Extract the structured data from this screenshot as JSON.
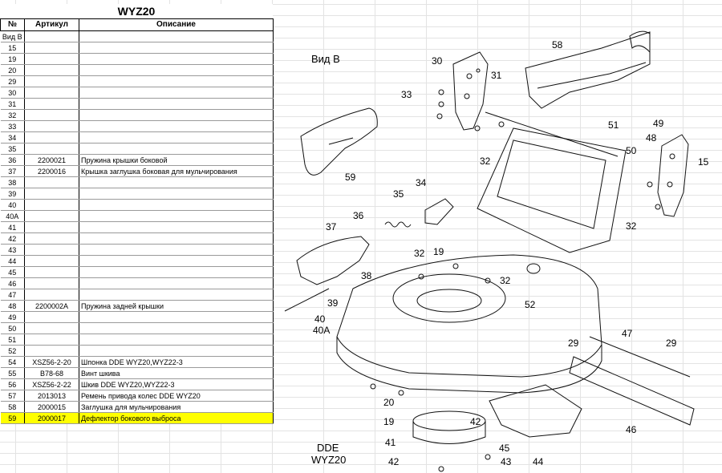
{
  "sheet": {
    "title": "WYZ20",
    "headers": [
      "№",
      "Артикул",
      "Описание"
    ],
    "rows": [
      {
        "num": "Вид В",
        "art": "",
        "desc": ""
      },
      {
        "num": "15",
        "art": "",
        "desc": ""
      },
      {
        "num": "19",
        "art": "",
        "desc": ""
      },
      {
        "num": "20",
        "art": "",
        "desc": ""
      },
      {
        "num": "29",
        "art": "",
        "desc": ""
      },
      {
        "num": "30",
        "art": "",
        "desc": ""
      },
      {
        "num": "31",
        "art": "",
        "desc": ""
      },
      {
        "num": "32",
        "art": "",
        "desc": ""
      },
      {
        "num": "33",
        "art": "",
        "desc": ""
      },
      {
        "num": "34",
        "art": "",
        "desc": ""
      },
      {
        "num": "35",
        "art": "",
        "desc": ""
      },
      {
        "num": "36",
        "art": "2200021",
        "desc": "Пружина крышки боковой"
      },
      {
        "num": "37",
        "art": "2200016",
        "desc": "Крышка заглушка боковая для мульчирования"
      },
      {
        "num": "38",
        "art": "",
        "desc": ""
      },
      {
        "num": "39",
        "art": "",
        "desc": ""
      },
      {
        "num": "40",
        "art": "",
        "desc": ""
      },
      {
        "num": "40A",
        "art": "",
        "desc": ""
      },
      {
        "num": "41",
        "art": "",
        "desc": ""
      },
      {
        "num": "42",
        "art": "",
        "desc": ""
      },
      {
        "num": "43",
        "art": "",
        "desc": ""
      },
      {
        "num": "44",
        "art": "",
        "desc": ""
      },
      {
        "num": "45",
        "art": "",
        "desc": ""
      },
      {
        "num": "46",
        "art": "",
        "desc": ""
      },
      {
        "num": "47",
        "art": "",
        "desc": ""
      },
      {
        "num": "48",
        "art": "2200002A",
        "desc": "Пружина задней крышки"
      },
      {
        "num": "49",
        "art": "",
        "desc": ""
      },
      {
        "num": "50",
        "art": "",
        "desc": ""
      },
      {
        "num": "51",
        "art": "",
        "desc": ""
      },
      {
        "num": "52",
        "art": "",
        "desc": ""
      },
      {
        "num": "54",
        "art": "XSZ56-2-20",
        "desc": "Шпонка DDE WYZ20,WYZ22-3"
      },
      {
        "num": "55",
        "art": "B78-68",
        "desc": "Винт шкива"
      },
      {
        "num": "56",
        "art": "XSZ56-2-22",
        "desc": "Шкив DDE WYZ20,WYZ22-3"
      },
      {
        "num": "57",
        "art": "2013013",
        "desc": "Ремень привода колес DDE WYZ20"
      },
      {
        "num": "58",
        "art": "2000015",
        "desc": "Заглушка для мульчирования"
      },
      {
        "num": "59",
        "art": "2000017",
        "desc": "Дефлектор бокового выброса",
        "highlight": true
      }
    ]
  },
  "drawing": {
    "view_label": "Вид В",
    "model_line1": "DDE",
    "model_line2": "WYZ20",
    "callouts": [
      "58",
      "30",
      "31",
      "33",
      "51",
      "49",
      "48",
      "50",
      "15",
      "32",
      "59",
      "34",
      "35",
      "36",
      "37",
      "19",
      "52",
      "38",
      "39",
      "40",
      "40A",
      "47",
      "29",
      "20",
      "41",
      "42",
      "45",
      "44",
      "43",
      "46"
    ]
  }
}
